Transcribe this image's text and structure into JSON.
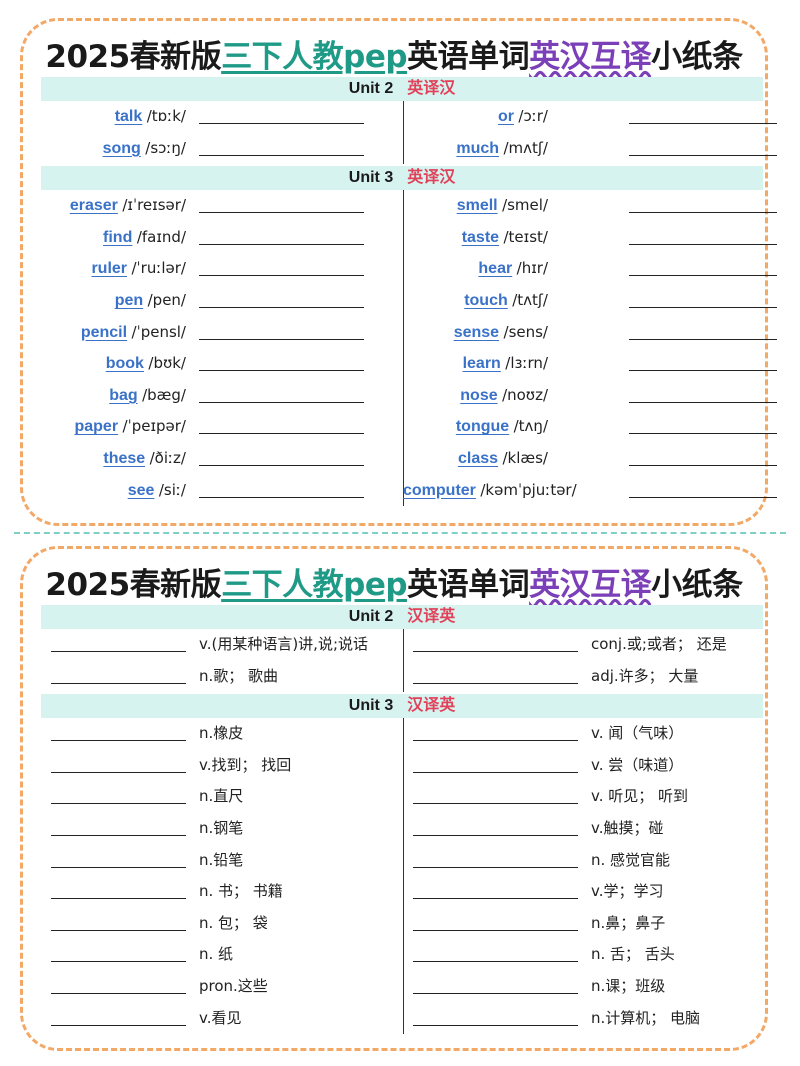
{
  "title": {
    "year": "2025",
    "part1": "春新版",
    "part2": "三下人教pep",
    "part3": "英语单词",
    "part4": "英汉互译",
    "part5": "小纸条"
  },
  "colors": {
    "border": "#f2a867",
    "band": "#d6f3ef",
    "word": "#3a72c8",
    "mode": "#e0425a",
    "teal": "#1f9a87",
    "purple": "#7b3fb8",
    "cut_line": "#7ecfc6"
  },
  "sheet1": {
    "units": [
      {
        "label": "Unit 2",
        "mode": "英译汉",
        "left": [
          {
            "word": "talk",
            "ipa": "/tɒːk/"
          },
          {
            "word": "song",
            "ipa": "/sɔːŋ/"
          }
        ],
        "right": [
          {
            "word": "or",
            "ipa": "/ɔːr/"
          },
          {
            "word": "much",
            "ipa": "/mʌtʃ/"
          }
        ]
      },
      {
        "label": "Unit 3",
        "mode": "英译汉",
        "left": [
          {
            "word": "eraser",
            "ipa": "/ɪˈreɪsər/"
          },
          {
            "word": "find",
            "ipa": "/faɪnd/"
          },
          {
            "word": "ruler",
            "ipa": "/ˈruːlər/"
          },
          {
            "word": "pen",
            "ipa": "/pen/"
          },
          {
            "word": "pencil",
            "ipa": "/ˈpensl/"
          },
          {
            "word": "book",
            "ipa": "/bʊk/"
          },
          {
            "word": "bag",
            "ipa": "/bæg/"
          },
          {
            "word": "paper",
            "ipa": "/ˈpeɪpər/"
          },
          {
            "word": "these",
            "ipa": "/ðiːz/"
          },
          {
            "word": "see",
            "ipa": "/siː/"
          }
        ],
        "right": [
          {
            "word": "smell",
            "ipa": "/smel/"
          },
          {
            "word": "taste",
            "ipa": "/teɪst/"
          },
          {
            "word": "hear",
            "ipa": "/hɪr/"
          },
          {
            "word": "touch",
            "ipa": "/tʌtʃ/"
          },
          {
            "word": "sense",
            "ipa": "/sens/"
          },
          {
            "word": "learn",
            "ipa": "/lɜːrn/"
          },
          {
            "word": "nose",
            "ipa": "/noʊz/"
          },
          {
            "word": "tongue",
            "ipa": "/tʌŋ/"
          },
          {
            "word": "class",
            "ipa": "/klæs/"
          },
          {
            "word": "computer",
            "ipa": "/kəmˈpjuːtər/"
          }
        ]
      }
    ]
  },
  "sheet2": {
    "units": [
      {
        "label": "Unit 2",
        "mode": "汉译英",
        "left": [
          "v.(用某种语言)讲,说;说话",
          "n.歌； 歌曲"
        ],
        "right": [
          "conj.或;或者； 还是",
          "adj.许多； 大量"
        ]
      },
      {
        "label": "Unit 3",
        "mode": "汉译英",
        "left": [
          "n.橡皮",
          "v.找到； 找回",
          "n.直尺",
          "n.钢笔",
          "n.铅笔",
          "n. 书；  书籍",
          "n. 包；  袋",
          "n. 纸",
          "pron.这些",
          "v.看见"
        ],
        "right": [
          "v. 闻（气味）",
          "v. 尝（味道）",
          "v. 听见；  听到",
          "v.触摸；碰",
          "n. 感觉官能",
          "v.学；学习",
          "n.鼻；鼻子",
          "n. 舌；  舌头",
          "n.课；班级",
          "n.计算机；  电脑"
        ]
      }
    ]
  }
}
